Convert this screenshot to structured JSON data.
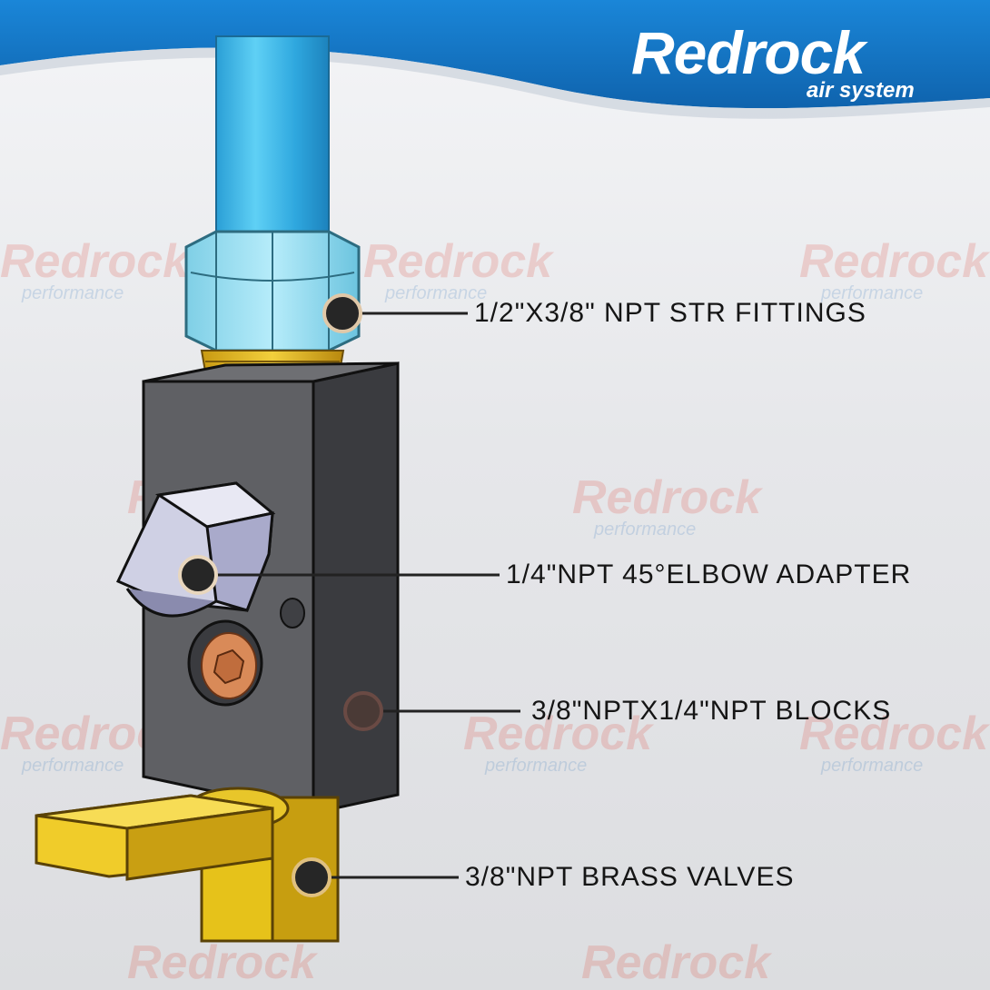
{
  "brand": {
    "name": "Redrock",
    "tagline": "air system"
  },
  "watermark": {
    "word": "Redrock",
    "sub": "performance"
  },
  "callouts": [
    {
      "label": "1/2\"X3/8\" NPT STR FITTINGS"
    },
    {
      "label": "1/4\"NPT 45°ELBOW ADAPTER"
    },
    {
      "label": "3/8\"NPTX1/4\"NPT BLOCKS"
    },
    {
      "label": "3/8\"NPT BRASS VALVES"
    }
  ],
  "colors": {
    "banner": "#1677c9",
    "tube": "#37b4e6",
    "nut": "#8fdaf0",
    "block": "#5f6064",
    "brass": "#e6c21a",
    "elbow": "#cfd0e4",
    "plug": "#d98a58",
    "dot": "#262626"
  }
}
